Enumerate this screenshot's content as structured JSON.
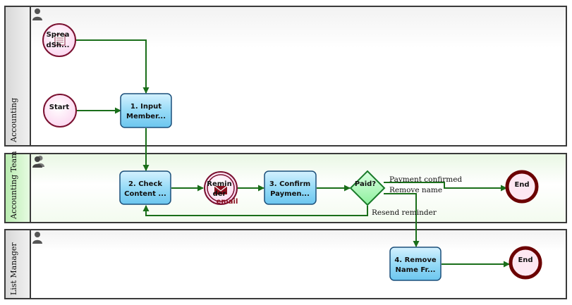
{
  "lanes": [
    {
      "name": "Accounting",
      "icon": "person-icon"
    },
    {
      "name": "Accounting Team",
      "icon": "group-icon"
    },
    {
      "name": "List Manager",
      "icon": "person-icon"
    }
  ],
  "nodes": {
    "spreadsheet": {
      "line1": "Sprea",
      "line2": "dSh..."
    },
    "start": {
      "label": "Start"
    },
    "input_member": {
      "line1": "1. Input",
      "line2": "Member..."
    },
    "check_content": {
      "line1": "2. Check",
      "line2": "Content ..."
    },
    "reminder": {
      "line1": "Remin",
      "line2": "der",
      "sub": "email"
    },
    "confirm_payment": {
      "line1": "3. Confirm",
      "line2": "Paymen..."
    },
    "paid_gateway": {
      "label": "Paid?"
    },
    "end_team": {
      "label": "End"
    },
    "remove_name": {
      "line1": "4. Remove",
      "line2": "Name Fr..."
    },
    "end_manager": {
      "label": "End"
    }
  },
  "edges": {
    "payment_confirmed": "Payment confirmed",
    "remove_name": "Remove name",
    "resend_reminder": "Resend reminder"
  },
  "colors": {
    "lane_border": "#3a3a3a",
    "team_lane_tint": "#b9ecb0",
    "flow": "#1a6e1a",
    "task_fill": "#8fd6f5",
    "task_border": "#1b4f7a",
    "start_fill": "#fde3f3",
    "start_border": "#7a1030",
    "end_border": "#6b0000",
    "gateway_fill": "#a8f5b4",
    "gateway_border": "#1a7a2a"
  }
}
